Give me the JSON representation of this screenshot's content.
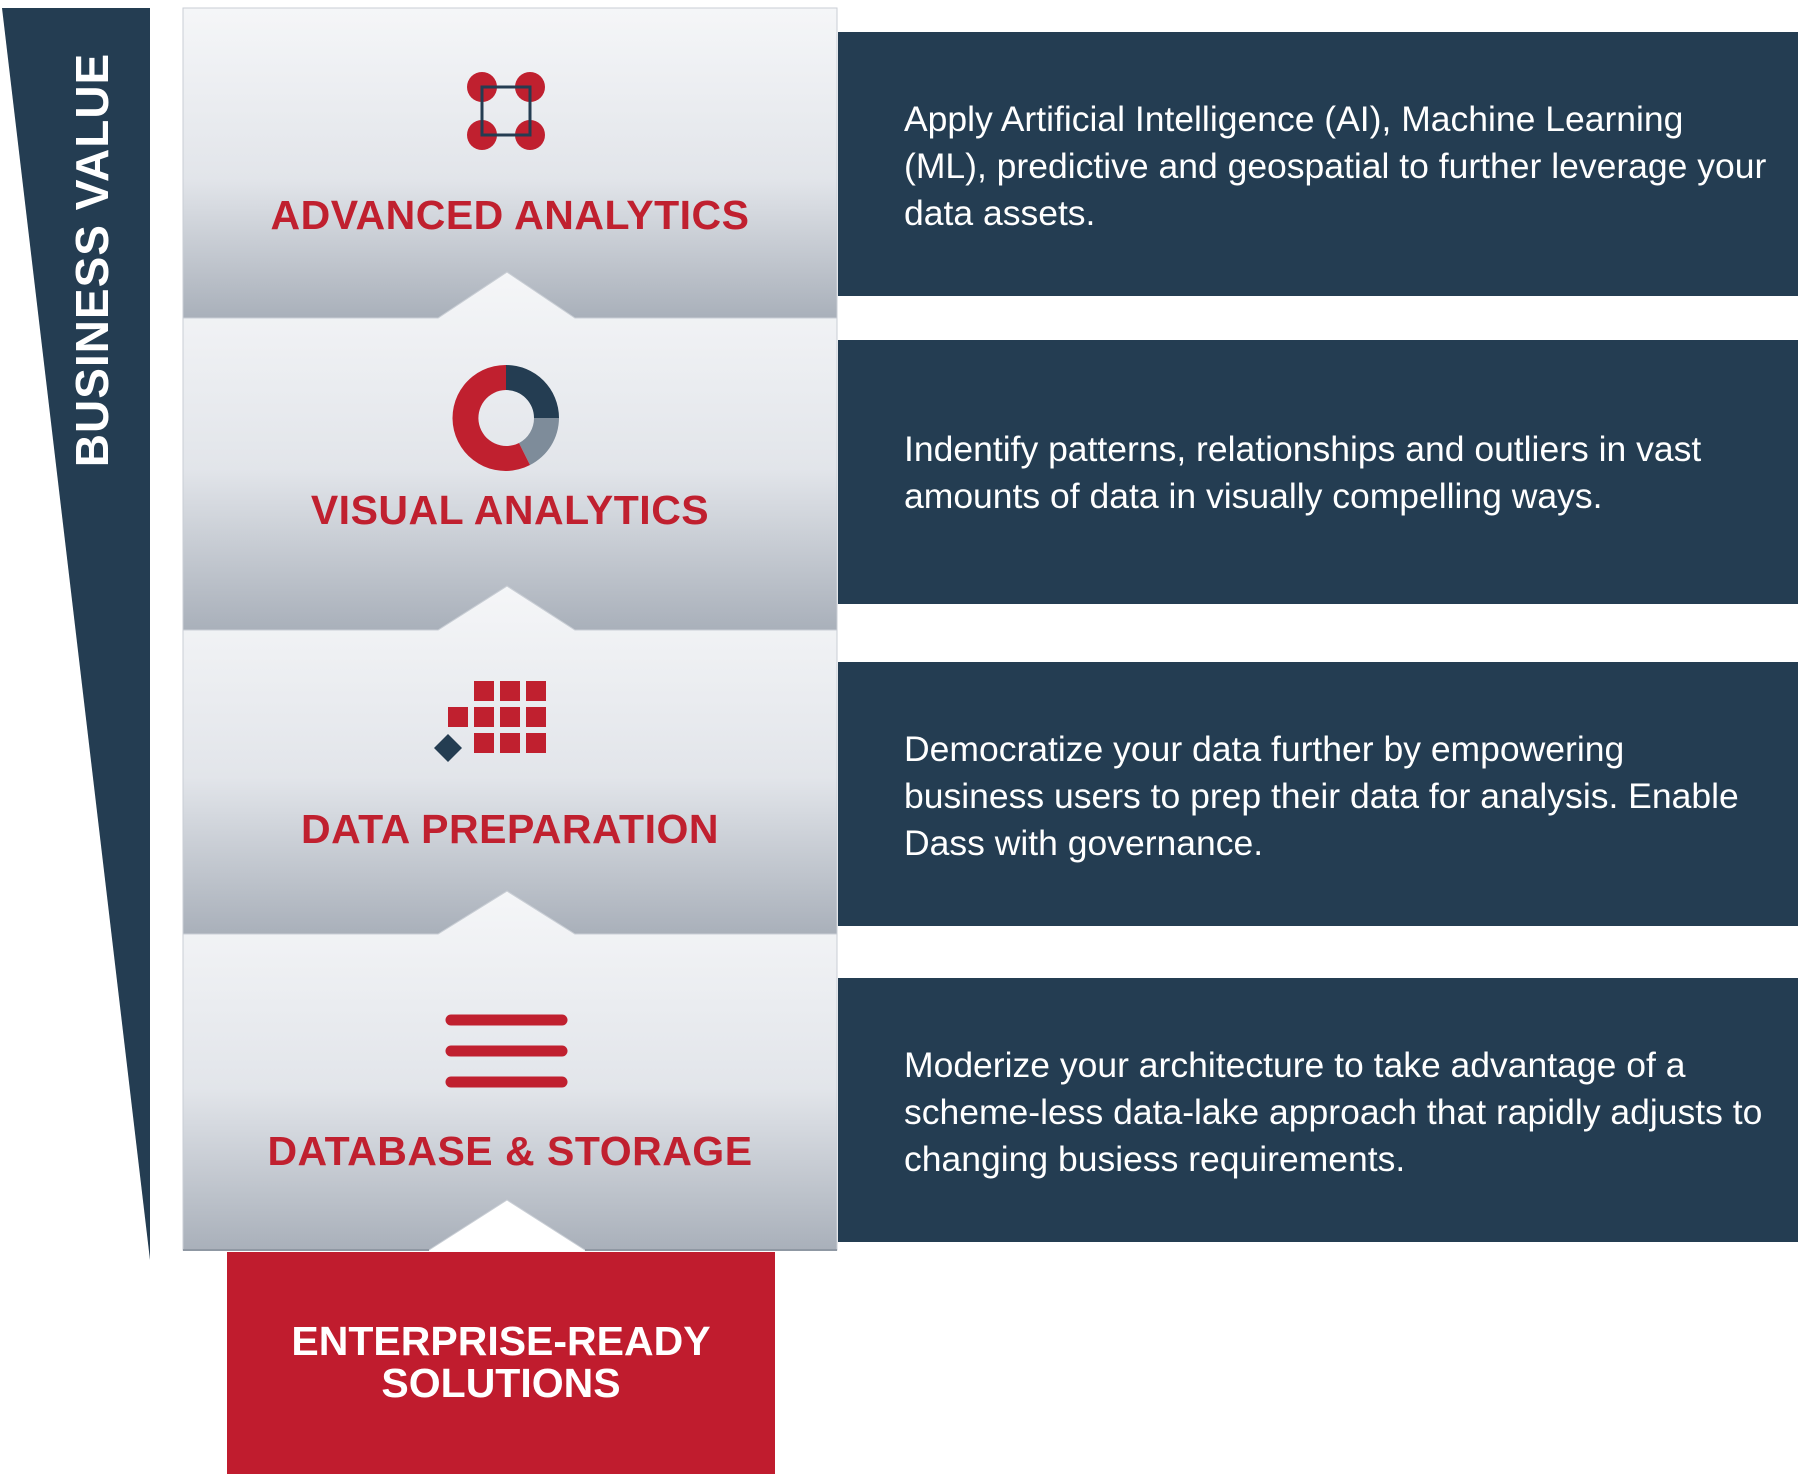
{
  "axis_label": "BUSINESS VALUE",
  "layers": [
    {
      "title": "ADVANCED ANALYTICS",
      "icon": "network-nodes-icon",
      "description": "Apply Artificial Intelligence (AI), Machine Learning (ML), predictive and geospatial to further leverage your data assets."
    },
    {
      "title": "VISUAL ANALYTICS",
      "icon": "donut-chart-icon",
      "description": "Indentify patterns, relationships and outliers in vast amounts of data in visually compelling ways."
    },
    {
      "title": "DATA PREPARATION",
      "icon": "grid-blocks-icon",
      "description": "Democratize your data further by empowering business users to prep their data for analysis. Enable Dass with governance."
    },
    {
      "title": "DATABASE & STORAGE",
      "icon": "stacked-bars-icon",
      "description": "Moderize your architecture to take advantage of a scheme-less data-lake approach that rapidly adjusts to changing busiess requirements."
    }
  ],
  "foundation": {
    "line1": "ENTERPRISE-READY",
    "line2": "SOLUTIONS"
  },
  "colors": {
    "navy": "#243d52",
    "red": "#c0202f",
    "steel": "#7e8c9a"
  }
}
